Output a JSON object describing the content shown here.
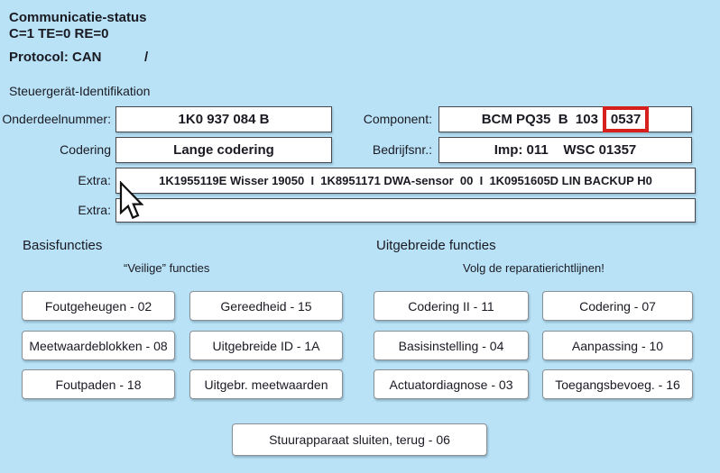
{
  "colors": {
    "background": "#b9e2f6",
    "field_background": "#ffffff",
    "field_border": "#46464d",
    "text": "#1a1a23",
    "highlight_red": "#d6201d"
  },
  "status": {
    "title": "Communicatie-status",
    "counters": "C=1 TE=0 RE=0",
    "protocol_label": "Protocol: CAN",
    "protocol_slash": "/"
  },
  "identification": {
    "section_title": "Steuergerät-Identifikation",
    "part_number": {
      "label": "Onderdeelnummer:",
      "value": "1K0 937 084 B"
    },
    "component": {
      "label": "Component:",
      "value_main": "BCM PQ35  B  103",
      "value_highlight": "0537"
    },
    "coding": {
      "label": "Codering",
      "value": "Lange codering"
    },
    "workshop": {
      "label": "Bedrijfsnr.:",
      "value": "Imp: 011    WSC 01357"
    },
    "extra1": {
      "label": "Extra:",
      "value": "1K1955119E Wisser 19050  I  1K8951171 DWA-sensor  00  I  1K0951605D LIN BACKUP H0"
    },
    "extra2": {
      "label": "Extra:",
      "value": ""
    }
  },
  "basic_functions": {
    "title": "Basisfuncties",
    "subtitle": "“Veilige” functies",
    "buttons": [
      "Foutgeheugen - 02",
      "Gereedheid - 15",
      "Meetwaardeblokken - 08",
      "Uitgebreide ID - 1A",
      "Foutpaden - 18",
      "Uitgebr. meetwaarden"
    ]
  },
  "advanced_functions": {
    "title": "Uitgebreide functies",
    "subtitle": "Volg de reparatierichtlijnen!",
    "buttons": [
      "Codering II - 11",
      "Codering - 07",
      "Basisinstelling - 04",
      "Aanpassing - 10",
      "Actuatordiagnose - 03",
      "Toegangsbevoeg. - 16"
    ]
  },
  "close_button_label": "Stuurapparaat sluiten, terug - 06",
  "cursor": "arrow-pointer"
}
